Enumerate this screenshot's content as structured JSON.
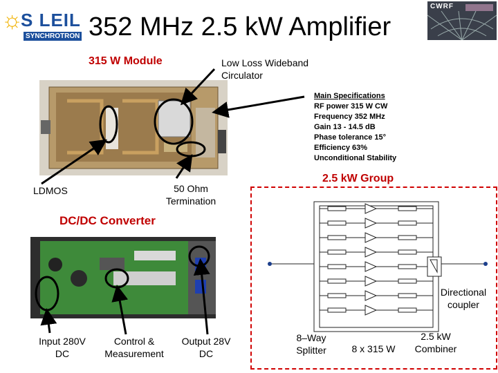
{
  "title": "352 MHz 2.5 kW Amplifier",
  "logo": {
    "word": "S LEIL",
    "sub": "SYNCHROTRON"
  },
  "cwrf_logo": {
    "text": "CWRF"
  },
  "module_label": "315 W Module",
  "circulator_label": "Low Loss Wideband Circulator",
  "specs": {
    "heading": "Main Specifications",
    "lines": [
      "RF power 315 W CW",
      "Frequency 352 MHz",
      "Gain 13 - 14.5 dB",
      "Phase tolerance 15°",
      "Efficiency 63%",
      "Unconditional Stability"
    ]
  },
  "ldmos_label": "LDMOS",
  "termination_label": "50 Ohm Termination",
  "dcdc_label": "DC/DC Converter",
  "group_label": "2.5 kW Group",
  "directional_coupler_label": "Directional coupler",
  "bottom_labels": {
    "input": "Input 280V DC",
    "control": "Control & Measurement",
    "output": "Output 28V DC",
    "splitter": "8–Way Splitter",
    "modules": "8 x 315 W",
    "combiner": "2.5 kW Combiner"
  },
  "colors": {
    "accent_red": "#c00000",
    "board_green": "#3e8a3a",
    "board_brown": "#8c6a3c",
    "brand_blue": "#1c4f9c"
  }
}
